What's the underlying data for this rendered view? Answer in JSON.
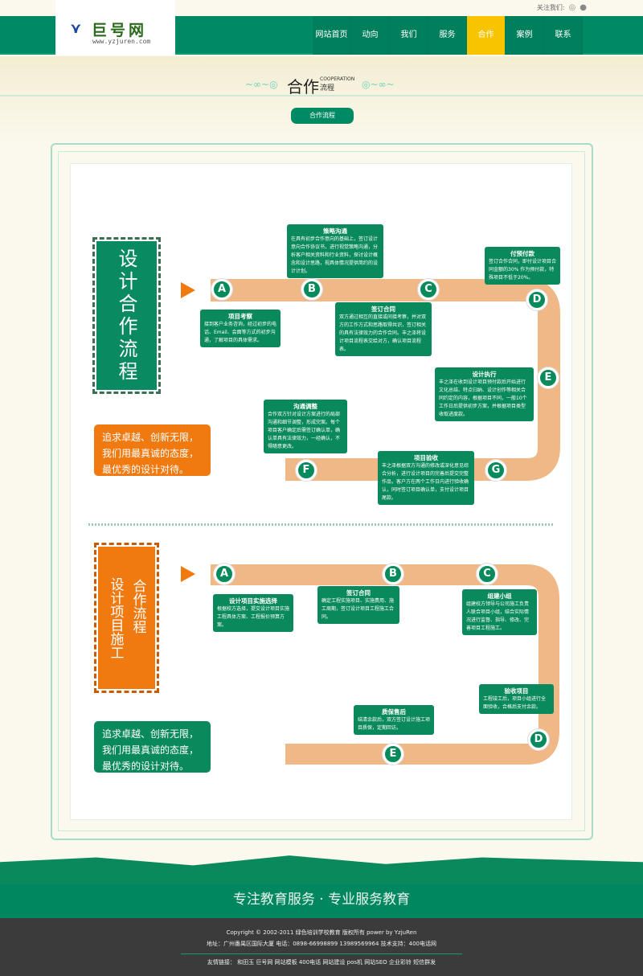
{
  "header": {
    "follow_label": "关注我们:",
    "logo_name": "巨号网",
    "logo_url": "www.yzjuren.com",
    "nav": [
      {
        "label": "网站首页"
      },
      {
        "label": "动向"
      },
      {
        "label": "我们"
      },
      {
        "label": "服务"
      },
      {
        "label": "合作",
        "active": true
      },
      {
        "label": "案例"
      },
      {
        "label": "联系"
      }
    ]
  },
  "page": {
    "title": "合作",
    "title_en": "COOPERATION",
    "title_sub": "流程",
    "tab": "合作流程"
  },
  "section1": {
    "badge": "设计合作流程",
    "slogan": "追求卓越、创新无限，我们用最真诚的态度，最优秀的设计对待。",
    "steps": [
      {
        "letter": "A",
        "title": "项目考察",
        "text": "接到客户业务咨询，经过初步的电话、Email、会面等方式的初步沟通，了解项目的具体需求。"
      },
      {
        "letter": "B",
        "title": "策略沟通",
        "text": "在具有初步合作意向的基础上，签订设计意向合作协议书，进行视觉策略沟通，分析客户相关资料和行业资料，探讨设计概念和设计思路，视具体情况提供简约的设计计划。"
      },
      {
        "letter": "C",
        "title": "签订合同",
        "text": "双方通过相互的直接或间接考察，并对双方的工作方式和思路取得共识，签订相关的具有法律效力的合作合同。丰之泽将设计项目流程表交给对方，确认项目流程表。"
      },
      {
        "letter": "D",
        "title": "付预付款",
        "text": "签订合作合同，即付设计项目合同金额的30% 作为预付款，特殊项目不低于20%。"
      },
      {
        "letter": "E",
        "title": "设计执行",
        "text": "丰之泽在收到设计项目预付款后开始进行文化总结、特点归纳、设计创作等相关合同约定的内容，根据项目不同，一般10个工作日后提供初步方案，并根据项目类型收取进度款。"
      },
      {
        "letter": "F",
        "title": "沟通调整",
        "text": "合作双方针对设计方案进行的局部沟通和细节调整，形成完案。每个项目客户确定后需签订确认单，确认单具有法律效力，一经确认，不得随意更改。"
      },
      {
        "letter": "G",
        "title": "项目验收",
        "text": "丰之泽根据双方沟通的修改或深化意见综合分析，进行设计项目的完善后提交完整作品，客户方在两个工作日内进行验收确认，同时签订项目确认单，支付设计项目尾款。"
      }
    ]
  },
  "section2": {
    "badge_a": "设计项目施工",
    "badge_b": "合作流程",
    "slogan": "追求卓越、创新无限，我们用最真诚的态度，最优秀的设计对待。",
    "steps": [
      {
        "letter": "A",
        "title": "设计项目实施选择",
        "text": "根据校方选择，提交设计项目实施工程具体方案、工程报价预算方案。"
      },
      {
        "letter": "B",
        "title": "签订合同",
        "text": "确定工程实施项目、实施费用、施工周期，签订设计项目工程施工合同。"
      },
      {
        "letter": "C",
        "title": "组建小组",
        "text": "组建校方领导与公司施工负责人联合项目小组，结合实际情况进行监督、指导、修改、完善项目工程施工。"
      },
      {
        "letter": "D",
        "title": "验收项目",
        "text": "工程竣工后，项目小组进行全面验收，合格后支付余款。"
      },
      {
        "letter": "E",
        "title": "质保售后",
        "text": "结清余款后，双方签订设计施工项目质保，定期回访。"
      }
    ]
  },
  "footer": {
    "slogan": "专注教育服务 · 专业服务教育",
    "copyright": "Copyright © 2002-2011 绿色培训学校教育 版权所有 power by YzjuRen",
    "address": "地址：广州番禺区国际大厦 电话：0898-66998899 13989569964 技术支持：400电话网",
    "links_label": "友情链接：",
    "links": [
      "和田玉",
      "巨号网",
      "网站模板",
      "400电话",
      "网站建设",
      "pos机",
      "网站SEO",
      "企业彩铃",
      "短信群发"
    ]
  },
  "colors": {
    "green": "#008a64",
    "yellow": "#f8c400",
    "orange": "#f07a10",
    "path": "#efb886",
    "footer": "#3b3b3b"
  }
}
